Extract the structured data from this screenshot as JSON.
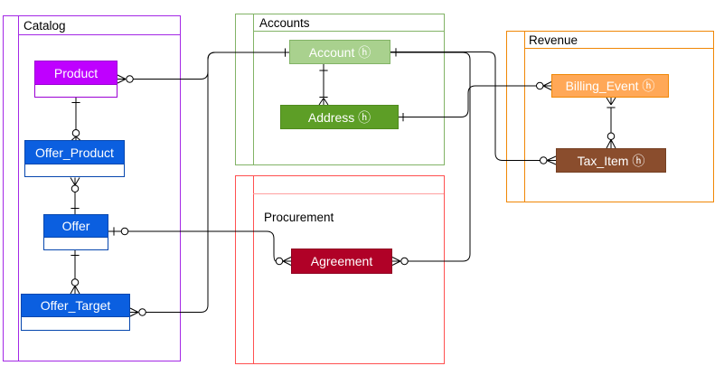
{
  "diagram": {
    "wire_color": "#000000",
    "groups": {
      "catalog": {
        "label": "Catalog",
        "border": "#A428E6"
      },
      "accounts": {
        "label": "Accounts",
        "border": "#82B366"
      },
      "procurement": {
        "label": "Procurement",
        "border": "#FF5050",
        "separator": "#FFA0A0"
      },
      "revenue": {
        "label": "Revenue",
        "border": "#F08705"
      }
    },
    "entities": {
      "product": {
        "label": "Product",
        "fill": "#BF00FF",
        "border": "#9C00D4"
      },
      "offer_product": {
        "label": "Offer_Product",
        "fill": "#0B5FE0",
        "border": "#0747AE"
      },
      "offer": {
        "label": "Offer",
        "fill": "#0B5FE0",
        "border": "#0747AE"
      },
      "offer_target": {
        "label": "Offer_Target",
        "fill": "#0B5FE0",
        "border": "#0747AE"
      },
      "account": {
        "label": "Account ⓗ",
        "fill": "#A9D18E",
        "border": "#82B366"
      },
      "address": {
        "label": "Address ⓗ",
        "fill": "#5D9E26",
        "border": "#4F8A1D"
      },
      "billing_event": {
        "label": "Billing_Event ⓗ",
        "fill": "#FFA857",
        "border": "#F08705"
      },
      "tax_item": {
        "label": "Tax_Item ⓗ",
        "fill": "#8A4D2D",
        "border": "#753F22"
      },
      "agreement": {
        "label": "Agreement",
        "fill": "#B00127",
        "border": "#8E0120"
      }
    },
    "relationships": [
      {
        "from": "Product",
        "to": "Account",
        "from_end": "zero-or-many",
        "to_end": "one"
      },
      {
        "from": "Offer_Target",
        "to": "Account",
        "from_end": "zero-or-many",
        "to_end": "one"
      },
      {
        "from": "Agreement",
        "to": "Account",
        "from_end": "zero-or-many",
        "to_end": "one"
      },
      {
        "from": "Account",
        "to": "Tax_Item",
        "from_end": "one",
        "to_end": "zero-or-many"
      },
      {
        "from": "Address",
        "to": "Billing_Event",
        "from_end": "one",
        "to_end": "zero-or-many"
      },
      {
        "from": "Offer",
        "to": "Agreement",
        "from_end": "zero-or-one",
        "to_end": "zero-or-many"
      },
      {
        "from": "Product",
        "to": "Offer_Product",
        "from_end": "one",
        "to_end": "zero-or-many"
      },
      {
        "from": "Offer_Product",
        "to": "Offer",
        "from_end": "zero-or-many",
        "to_end": "one"
      },
      {
        "from": "Offer",
        "to": "Offer_Target",
        "from_end": "one",
        "to_end": "zero-or-many"
      },
      {
        "from": "Account",
        "to": "Address",
        "from_end": "one",
        "to_end": "one-or-many"
      },
      {
        "from": "Billing_Event",
        "to": "Tax_Item",
        "from_end": "one-or-many",
        "to_end": "zero-or-many"
      }
    ]
  }
}
